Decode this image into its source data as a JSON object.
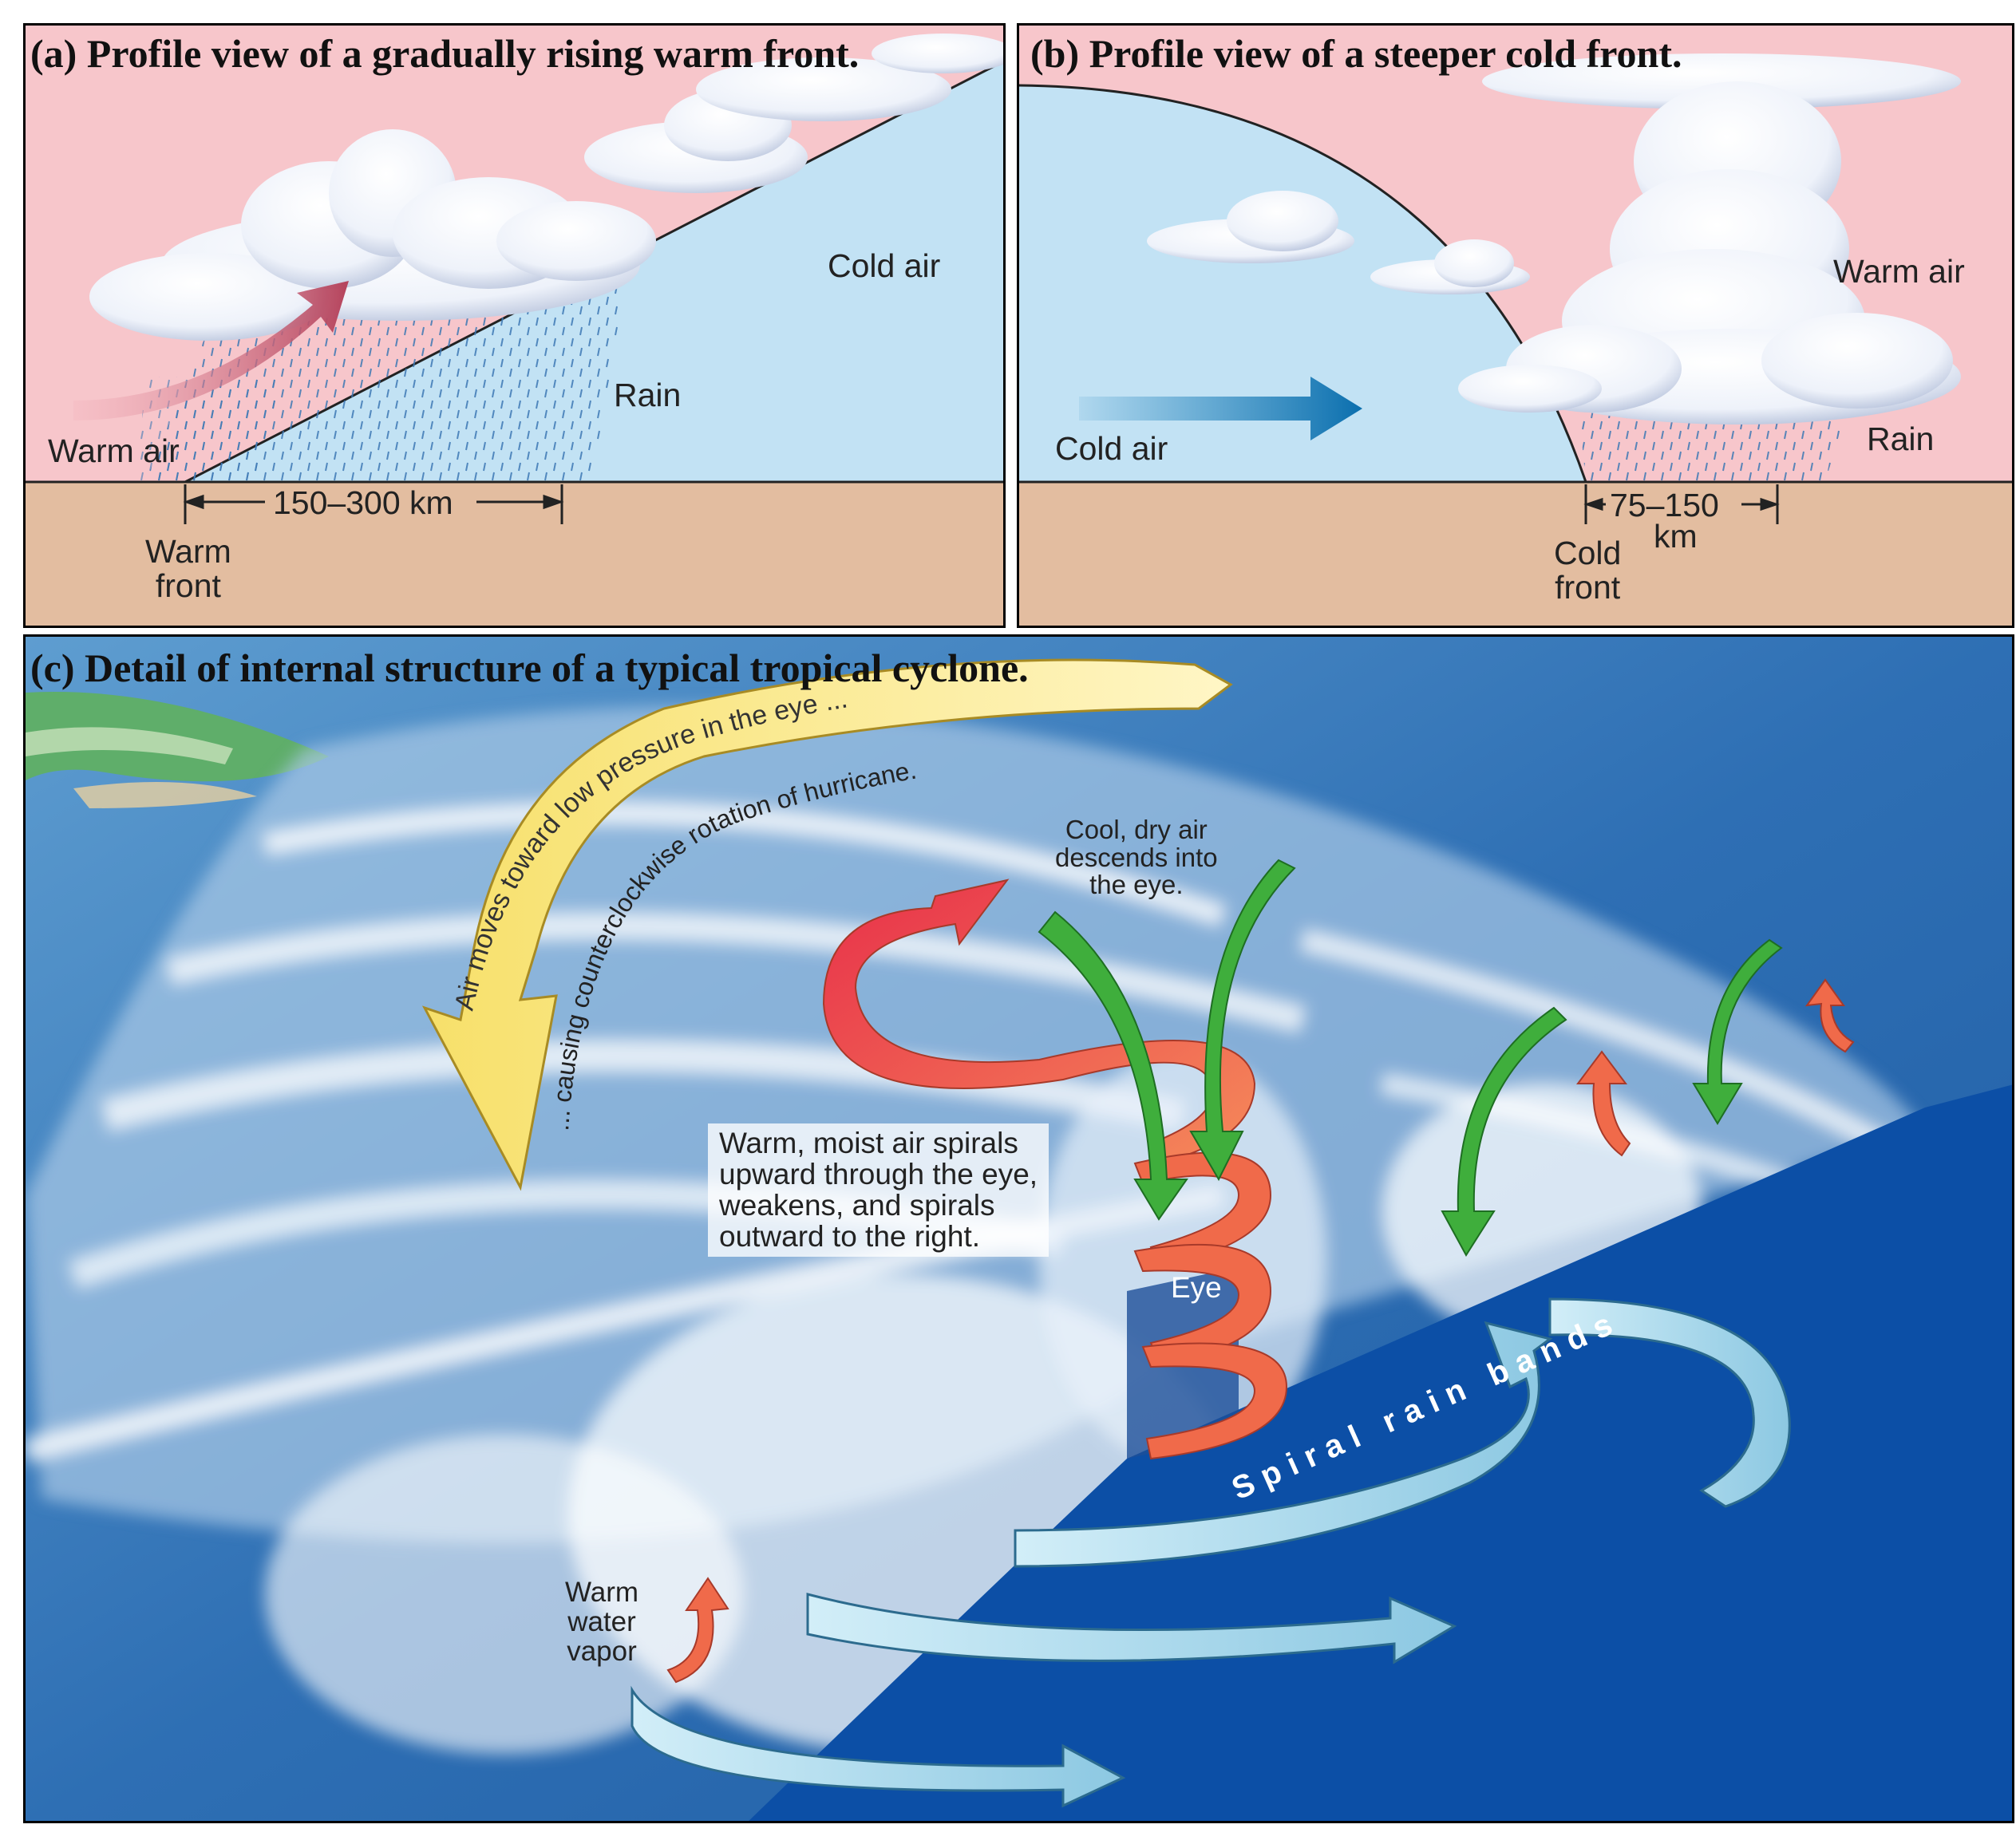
{
  "panel_a": {
    "title": "(a) Profile view of a gradually rising warm front.",
    "label_cold_air": "Cold air",
    "label_rain": "Rain",
    "label_warm_air": "Warm air",
    "label_distance": "150–300 km",
    "label_front_1": "Warm",
    "label_front_2": "front"
  },
  "panel_b": {
    "title": "(b) Profile view of a steeper cold front.",
    "label_cold_air": "Cold air",
    "label_warm_air": "Warm air",
    "label_rain": "Rain",
    "label_distance": "75–150",
    "label_distance_unit": "km",
    "label_front_1": "Cold",
    "label_front_2": "front"
  },
  "panel_c": {
    "title": "(c) Detail of internal structure of a typical tropical cyclone.",
    "arc_text_outer": "Air moves toward low pressure in the eye ...",
    "arc_text_inner": "... causing counterclockwise rotation of hurricane.",
    "descend_1": "Cool, dry air",
    "descend_2": "descends into",
    "descend_3": "the eye.",
    "spiral_1": "Warm, moist air spirals",
    "spiral_2": "upward through the eye,",
    "spiral_3": "weakens, and spirals",
    "spiral_4": "outward to the right.",
    "eye": "Eye",
    "rain_bands": "Spiral rain bands",
    "vapor_1": "Warm",
    "vapor_2": "water",
    "vapor_3": "vapor"
  },
  "colors": {
    "warm_air_pink": "#f7c6cb",
    "cold_air_blue": "#c2e2f4",
    "ground_tan": "#e3bda0",
    "ocean_dark": "#0c4fa6",
    "arrow_yellow": "#fbe88a",
    "arrow_green": "#3fae3c",
    "arrow_red": "#f06a4a",
    "band_light_blue": "#a9dcef"
  }
}
